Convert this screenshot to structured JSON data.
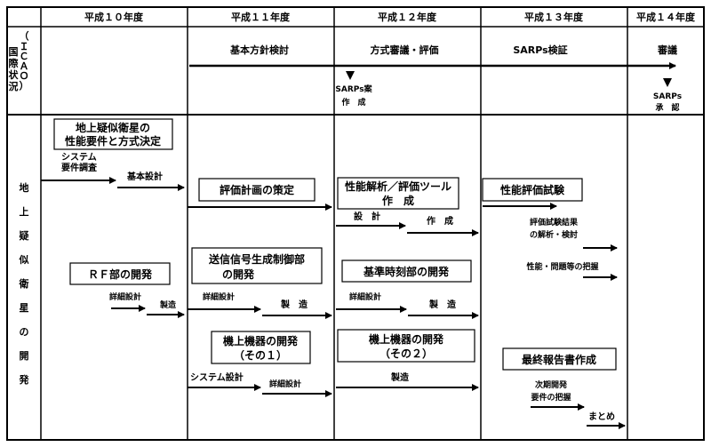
{
  "years": [
    "平成１０年度",
    "平成１１年度",
    "平成１２年度",
    "平成１３年度",
    "平成１４年度"
  ],
  "rows": {
    "icao_label": [
      "（",
      "Ｉ",
      "Ｃ",
      "Ａ",
      "Ｏ",
      "）",
      "国",
      "際",
      "状",
      "況"
    ],
    "dev_label": [
      "地",
      "上",
      "疑",
      "似",
      "衛",
      "星",
      "の",
      "開",
      "発"
    ]
  },
  "icao": {
    "basic_policy": "基本方針検討",
    "method_review": "方式審議・評価",
    "sarps_verify": "SARPs検証",
    "deliberation": "審議",
    "sarps_draft_1": "SARPs案",
    "sarps_draft_2": "作　成",
    "sarps_approve_1": "SARPs",
    "sarps_approve_2": "承　認"
  },
  "boxes": {
    "perf_req_1": "地上疑似衛星の",
    "perf_req_2": "性能要件と方式決定",
    "eval_plan": "評価計画の策定",
    "tool_1": "性能解析／評価ツール",
    "tool_2": "作　成",
    "perf_test": "性能評価試験",
    "rf_dev": "ＲＦ部の開発",
    "tx_ctrl_1": "送信信号生成制御部",
    "tx_ctrl_2": "の開発",
    "ref_time": "基準時刻部の開発",
    "onboard1_1": "機上機器の開発",
    "onboard1_2": "（その１）",
    "onboard2_1": "機上機器の開発",
    "onboard2_2": "（その２）",
    "final_report": "最終報告書作成"
  },
  "labels": {
    "sys_survey_1": "システム",
    "sys_survey_2": "要件調査",
    "basic_design": "基本設計",
    "design": "設　計",
    "make": "作　成",
    "detail_design_a": "詳細設計",
    "manuf_a": "製造",
    "detail_design_b": "詳細設計",
    "manuf_b": "製　造",
    "detail_design_c": "詳細設計",
    "manuf_c": "製　造",
    "sys_design": "システム設計",
    "detail_design_d": "詳細設計",
    "manuf_d": "製造",
    "test_analysis_1": "評価試験結果",
    "test_analysis_2": "の解析・検討",
    "issues": "性能・問題等の把握",
    "next_dev_1": "次期開発",
    "next_dev_2": "要件の把握",
    "summary": "まとめ"
  }
}
